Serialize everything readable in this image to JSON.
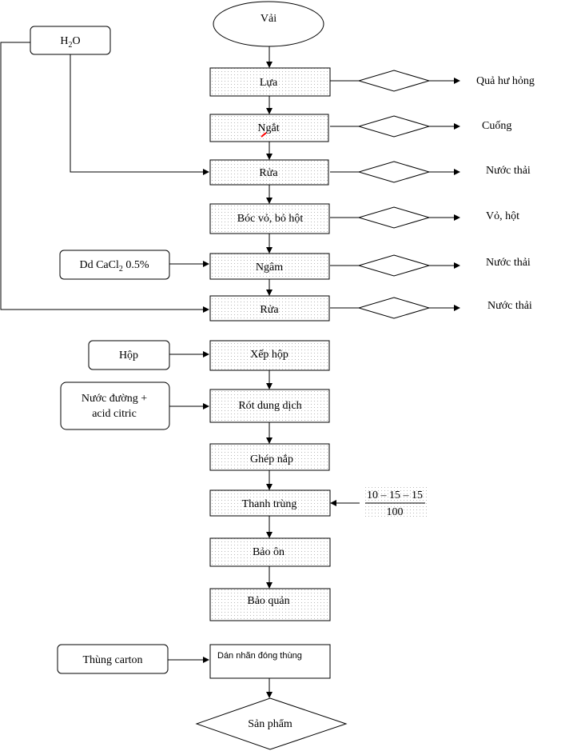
{
  "start": "Vải",
  "steps": {
    "s1": "Lựa",
    "s2": "Ngắt",
    "s3": "Rửa",
    "s4": "Bóc vỏ, bỏ hột",
    "s5": "Ngâm",
    "s6": "Rửa",
    "s7": "Xếp hộp",
    "s8": "Rót dung dịch",
    "s9": "Ghép nắp",
    "s10": "Thanh trùng",
    "s11": "Bảo ôn",
    "s12": "Bảo quản",
    "s13": "Dán nhãn đóng thùng"
  },
  "end": "Sản phẩm",
  "inputs": {
    "water": {
      "base": "H",
      "sub": "2",
      "rest": "O"
    },
    "cacl2": {
      "pre": "Dd CaCl",
      "sub": "2",
      "post": " 0.5%"
    },
    "box": "Hộp",
    "syrup_line1": "Nước đường +",
    "syrup_line2": "acid citric",
    "carton": "Thùng carton"
  },
  "outputs": {
    "o1": "Quả hư hỏng",
    "o2": "Cuống",
    "o3": "Nước thải",
    "o4": "Vỏ, hột",
    "o5": "Nước thải",
    "o6": "Nước thải"
  },
  "sterilization": {
    "numerator": "10 – 15 – 15",
    "denominator": "100"
  }
}
